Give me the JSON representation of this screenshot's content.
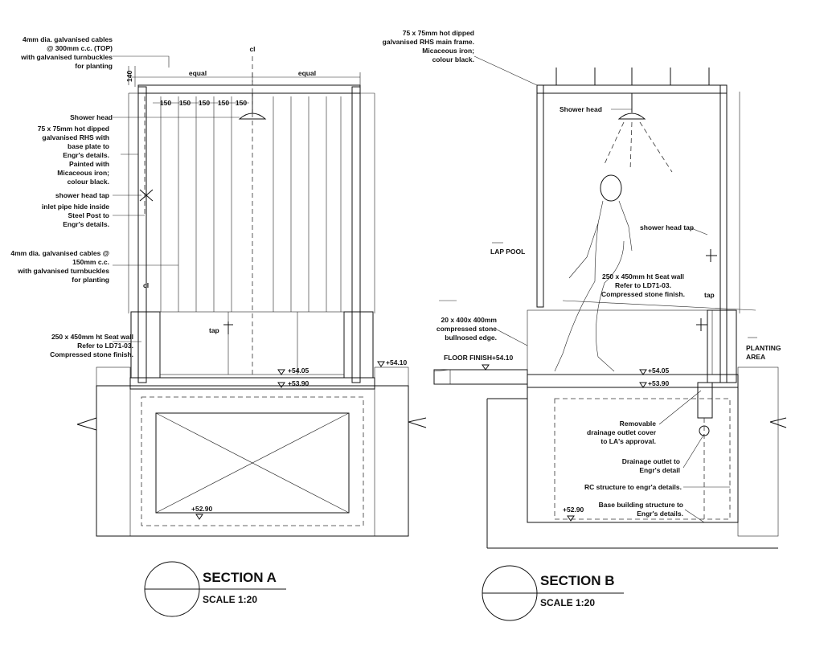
{
  "section_a": {
    "title": "SECTION A",
    "scale": "SCALE 1:20",
    "labels": {
      "cables_top_1": "4mm dia. galvanised cables",
      "cables_top_2": "@ 300mm c.c. (TOP)",
      "cables_top_3": "with galvanised turnbuckles",
      "cables_top_4": "for planting",
      "shower_head": "Shower head",
      "rhs_1": "75 x 75mm hot dipped",
      "rhs_2": "galvanised RHS with",
      "rhs_3": "base plate to",
      "rhs_4": "Engr's details.",
      "rhs_5": "Painted with",
      "rhs_6": "Micaceous iron;",
      "rhs_7": "colour black.",
      "shower_tap": "shower head tap",
      "inlet_1": "inlet pipe hide inside",
      "inlet_2": "Steel Post to",
      "inlet_3": "Engr's details.",
      "cables_mid_1": "4mm dia. galvanised cables @",
      "cables_mid_2": "150mm c.c.",
      "cables_mid_3": "with galvanised turnbuckles",
      "cables_mid_4": "for planting",
      "seat_1": "250 x 450mm ht Seat wall",
      "seat_2": "Refer to LD71-03.",
      "seat_3": "Compressed stone finish.",
      "tap": "tap",
      "cl_top": "cl",
      "cl_mid": "cl",
      "dim_140": "140",
      "dim_equal_1": "equal",
      "dim_equal_2": "equal",
      "dim_150": "150",
      "lvl_5405": "+54.05",
      "lvl_5390": "+53.90",
      "lvl_5410": "+54.10",
      "lvl_5290": "+52.90"
    }
  },
  "section_b": {
    "title": "SECTION B",
    "scale": "SCALE 1:20",
    "labels": {
      "frame_1": "75 x 75mm hot dipped",
      "frame_2": "galvanised RHS main frame.",
      "frame_3": "Micaceous iron;",
      "frame_4": "colour black.",
      "shower_head": "Shower head",
      "shower_tap": "shower head tap",
      "lap_pool": "LAP POOL",
      "seat_1": "250 x 450mm ht Seat wall",
      "seat_2": "Refer to LD71-03.",
      "seat_3": "Compressed stone finish.",
      "tap": "tap",
      "edge_1": "20 x 400x 400mm",
      "edge_2": "compressed stone",
      "edge_3": "bullnosed edge.",
      "floor_finish": "FLOOR FINISH+54.10",
      "planting_1": "PLANTING",
      "planting_2": "AREA",
      "drain_cover_1": "Removable",
      "drain_cover_2": "drainage outlet cover",
      "drain_cover_3": "to LA's approval.",
      "drain_outlet_1": "Drainage outlet to",
      "drain_outlet_2": "Engr's detail",
      "rc": "RC structure to engr'a details.",
      "base_1": "Base building structure to",
      "base_2": "Engr's details.",
      "lvl_5405": "+54.05",
      "lvl_5390": "+53.90",
      "lvl_5290": "+52.90"
    }
  }
}
